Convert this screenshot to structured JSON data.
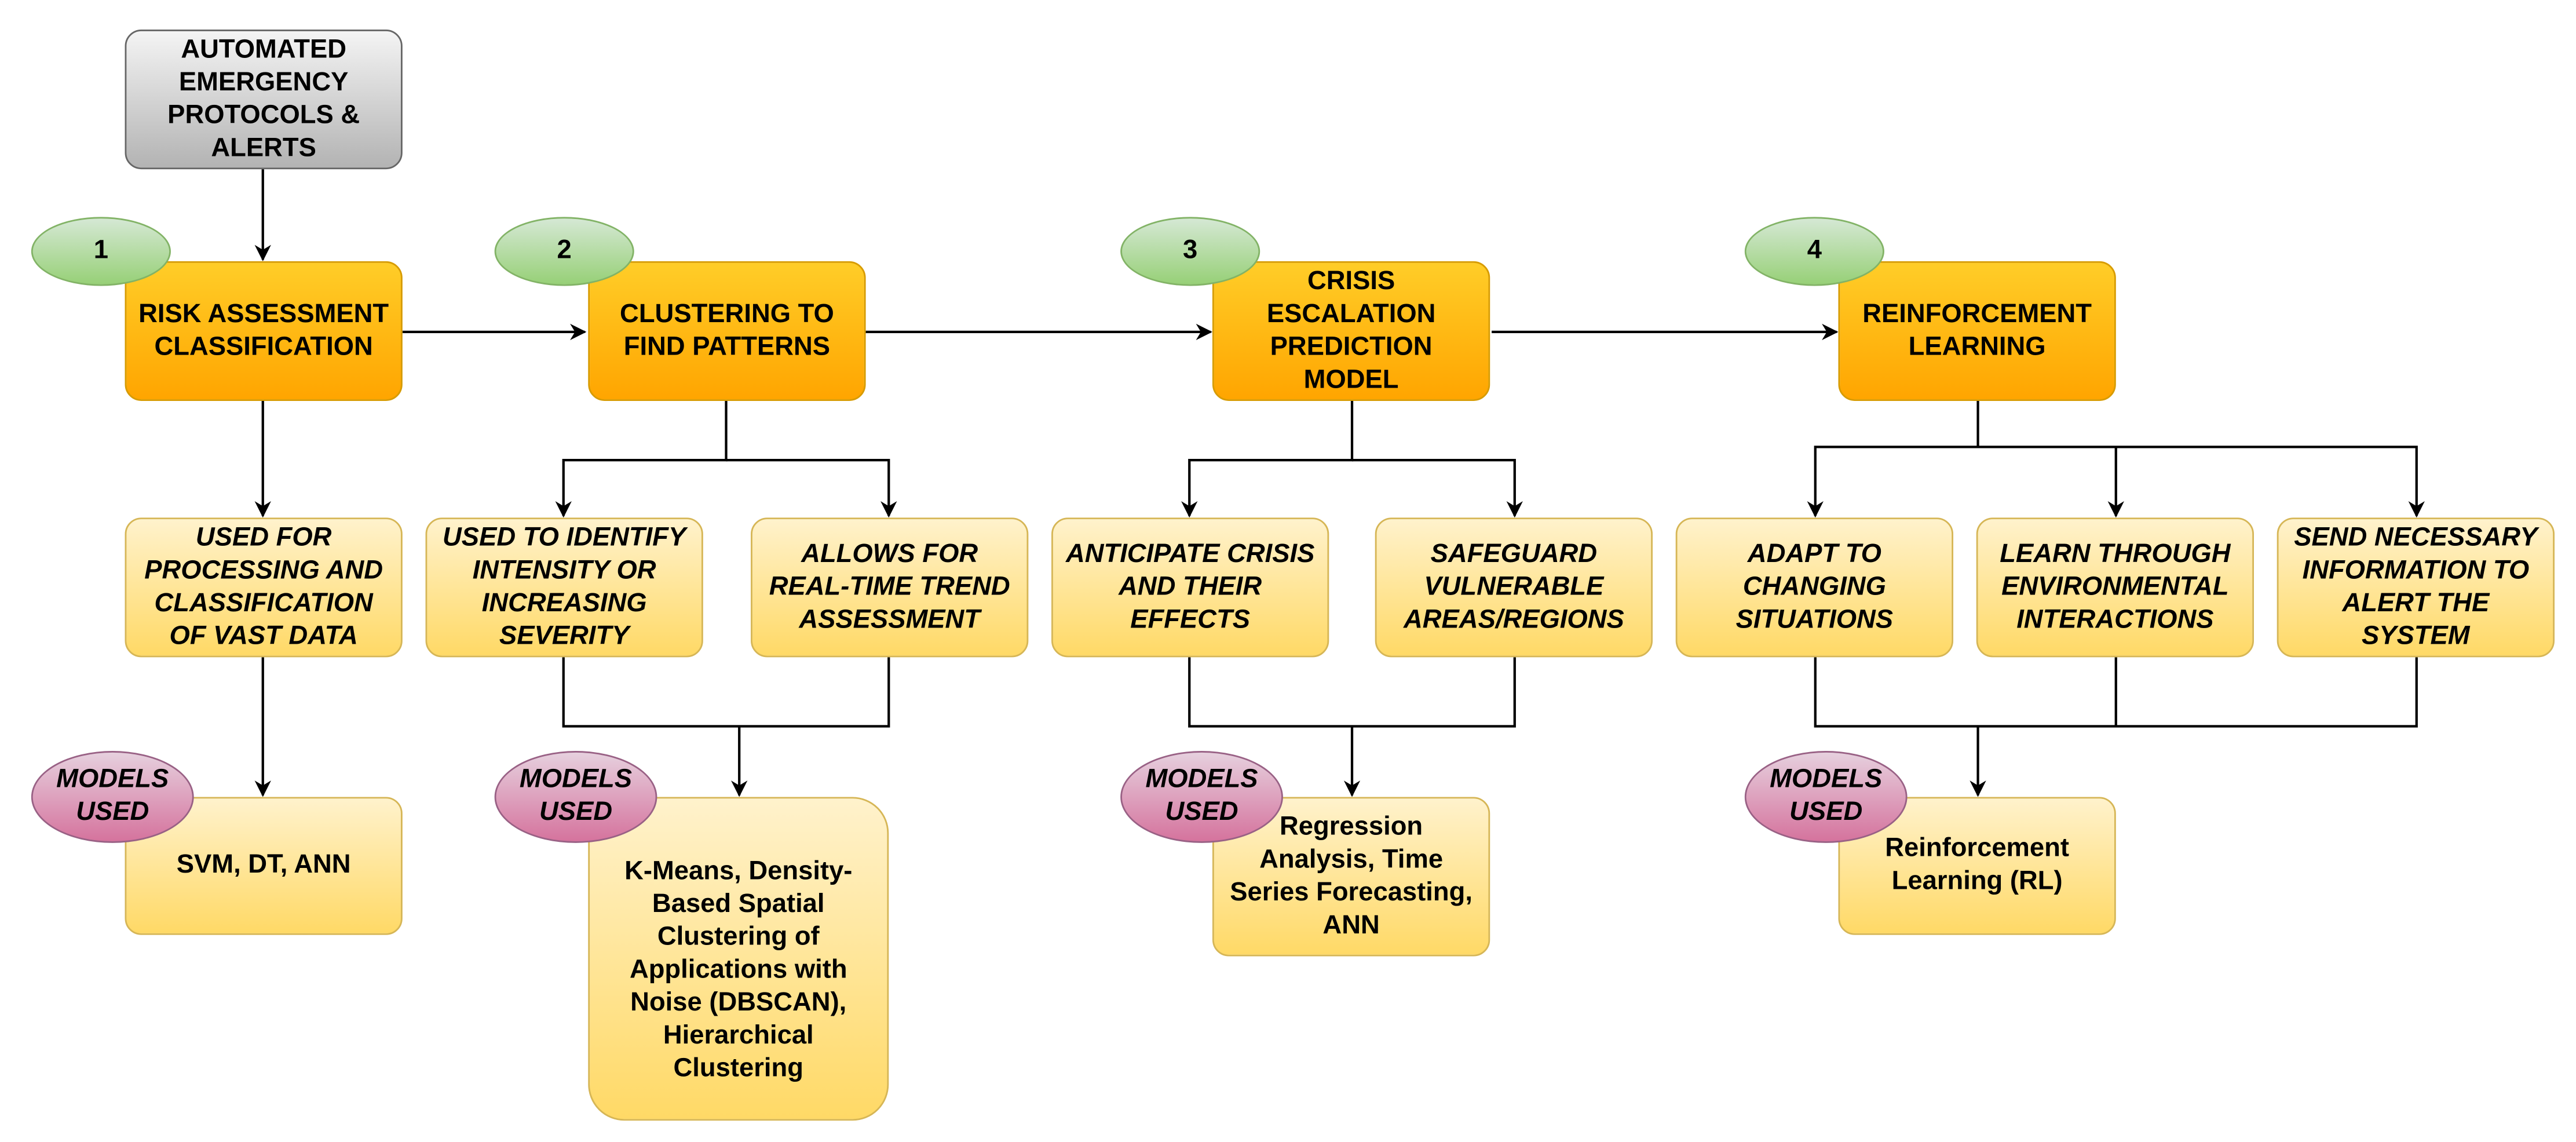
{
  "top": {
    "alerts": "AUTOMATED\nEMERGENCY\nPROTOCOLS &\nALERTS"
  },
  "steps": [
    {
      "number": "1",
      "title": "RISK ASSESSMENT\nCLASSIFICATION",
      "details": [
        "USED FOR\nPROCESSING AND\nCLASSIFICATION\nOF VAST DATA"
      ],
      "models_badge": "MODELS\nUSED",
      "models": "SVM, DT, ANN"
    },
    {
      "number": "2",
      "title": "CLUSTERING TO\nFIND PATTERNS",
      "details": [
        "USED TO IDENTIFY\nINTENSITY OR\nINCREASING\nSEVERITY",
        "ALLOWS FOR\nREAL-TIME TREND\nASSESSMENT"
      ],
      "models_badge": "MODELS\nUSED",
      "models": "K-Means, Density-\nBased Spatial\nClustering of\nApplications with\nNoise (DBSCAN),\nHierarchical\nClustering"
    },
    {
      "number": "3",
      "title": "CRISIS\nESCALATION\nPREDICTION\nMODEL",
      "details": [
        "ANTICIPATE CRISIS\nAND THEIR\nEFFECTS",
        "SAFEGUARD\nVULNERABLE\nAREAS/REGIONS"
      ],
      "models_badge": "MODELS\nUSED",
      "models": "Regression\nAnalysis, Time\nSeries Forecasting,\nANN"
    },
    {
      "number": "4",
      "title": "REINFORCEMENT\nLEARNING",
      "details": [
        "ADAPT TO\nCHANGING\nSITUATIONS",
        "LEARN THROUGH\nENVIRONMENTAL\nINTERACTIONS",
        "SEND NECESSARY\nINFORMATION TO\nALERT THE\nSYSTEM"
      ],
      "models_badge": "MODELS\nUSED",
      "models": "Reinforcement\nLearning (RL)"
    }
  ]
}
